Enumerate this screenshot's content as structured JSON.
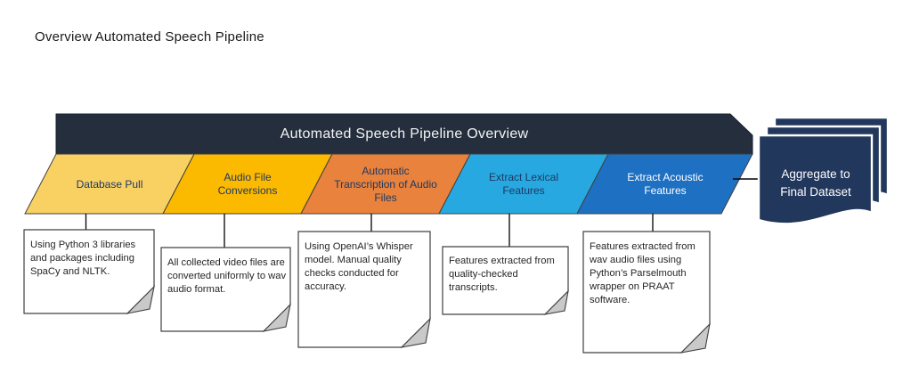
{
  "title": "Overview Automated Speech Pipeline",
  "banner": {
    "label": "Automated Speech Pipeline Overview",
    "color": "#242E3C",
    "text_color": "#F5F5F5"
  },
  "stages": [
    {
      "label": "Database Pull",
      "color": "#F9D163",
      "text_color": "#1F3864",
      "note": "Using Python 3 libraries and packages including SpaCy and NLTK."
    },
    {
      "label": "Audio File Conversions",
      "color": "#FBB900",
      "text_color": "#1F3864",
      "note": "All collected video files are converted uniformly to wav audio format."
    },
    {
      "label": "Automatic Transcription of Audio Files",
      "color": "#E8823C",
      "text_color": "#1F3864",
      "note": "Using OpenAI’s Whisper model. Manual quality checks conducted for accuracy."
    },
    {
      "label": "Extract Lexical Features",
      "color": "#27A8E0",
      "text_color": "#1F3864",
      "note": "Features extracted from quality-checked transcripts."
    },
    {
      "label": "Extract Acoustic Features",
      "color": "#1E70C2",
      "text_color": "#FFFFFF",
      "note": "Features extracted from wav audio files using Python’s Parselmouth wrapper on PRAAT software."
    }
  ],
  "output": {
    "label": "Aggregate to Final Dataset",
    "color": "#21375C",
    "text_color": "#FFFFFF"
  },
  "style": {
    "shape_outline": "#404040",
    "note_fill": "#FFFFFF",
    "fold_fill": "#C9C9C9",
    "connector_color": "#000000"
  }
}
